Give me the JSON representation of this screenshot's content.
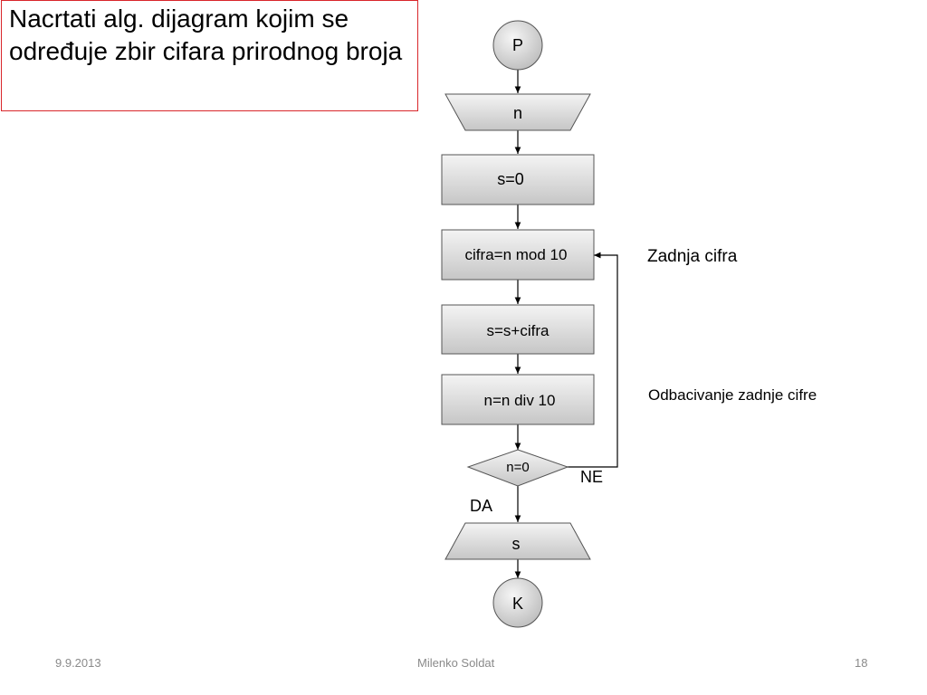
{
  "slide": {
    "title": "Nacrtati alg. dijagram kojim se određuje zbir cifara prirodnog broja"
  },
  "flowchart": {
    "start": "P",
    "input": "n",
    "init": "s=0",
    "digit": "cifra=n mod 10",
    "accumulate": "s=s+cifra",
    "shift": "n=n div 10",
    "condition": "n=0",
    "no_label": "NE",
    "yes_label": "DA",
    "output": "s",
    "end": "K"
  },
  "annotations": {
    "last_digit": "Zadnja cifra",
    "drop_digit": "Odbacivanje zadnje cifre"
  },
  "footer": {
    "date": "9.9.2013",
    "author": "Milenko Soldat",
    "page": "18"
  },
  "colors": {
    "title_border": "#d9262b",
    "shape_fill_top": "#f2f2f2",
    "shape_fill_bottom": "#c8c8c8",
    "line": "#000000",
    "footer_text": "#8a8a8a"
  }
}
